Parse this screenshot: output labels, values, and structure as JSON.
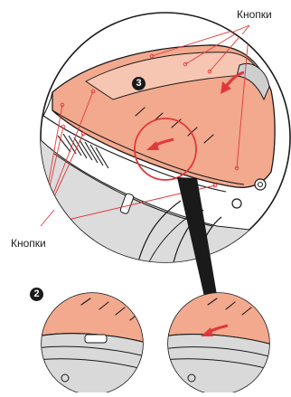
{
  "labels": {
    "buttons_top": "Кнопки",
    "buttons_left": "Кнопки"
  },
  "steps": {
    "main": "3",
    "inset": "2"
  },
  "colors": {
    "cover_fill": "#f2a98e",
    "cover_light": "#f7c6b3",
    "leader_line": "#e2383b",
    "arrow": "#e2383b",
    "outline": "#1a1a1a",
    "body_gray": "#d9d9d9"
  },
  "icons": {
    "rotate_arrow": "curved-arrow-icon",
    "callout_pointer": "callout-pointer"
  }
}
